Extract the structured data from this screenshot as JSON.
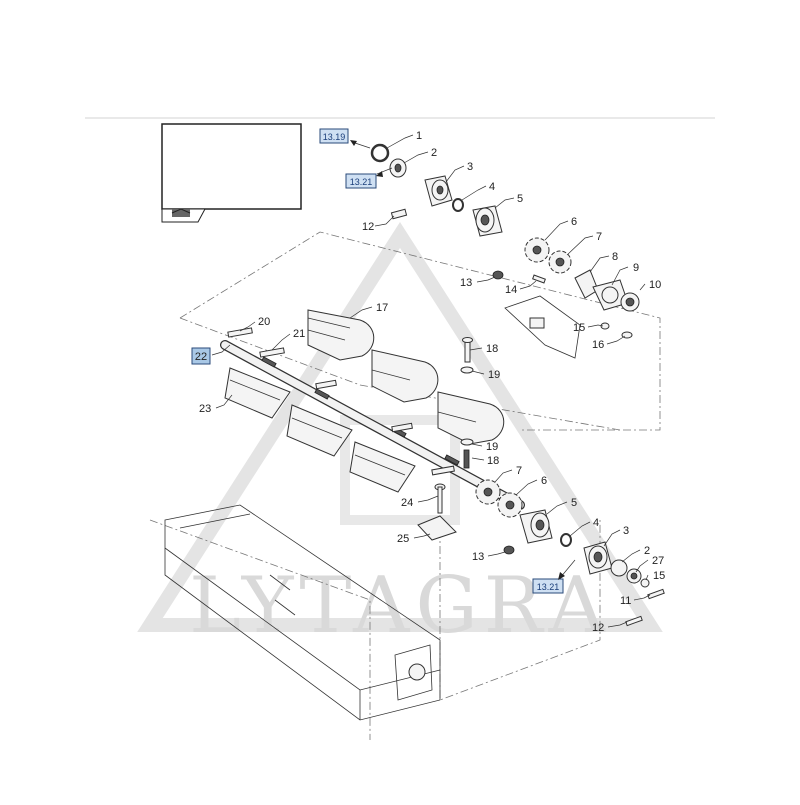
{
  "watermark": {
    "text": "LYTAGRA"
  },
  "reference_boxes": [
    {
      "id": "ref-top-1",
      "text": "13.19"
    },
    {
      "id": "ref-top-2",
      "text": "13.21"
    },
    {
      "id": "ref-bottom",
      "text": "13.21"
    }
  ],
  "highlighted_part": {
    "number": "22",
    "color": "#a9c8e6"
  },
  "part_labels": {
    "p1": "1",
    "p2": "2",
    "p3": "3",
    "p4": "4",
    "p5": "5",
    "p6": "6",
    "p7": "7",
    "p8": "8",
    "p9": "9",
    "p10": "10",
    "p12": "12",
    "p13": "13",
    "p14": "14",
    "p15": "15",
    "p16": "16",
    "p17": "17",
    "p18": "18",
    "p19": "19",
    "p20": "20",
    "p21": "21",
    "p23": "23",
    "p24": "24",
    "p25": "25",
    "p7b": "7",
    "p6b": "6",
    "p5b": "5",
    "p4b": "4",
    "p3b": "3",
    "p2b": "2",
    "p27b": "27",
    "p15b": "15",
    "p11b": "11",
    "p12b": "12",
    "p13b": "13",
    "p18b": "18",
    "p19b": "19"
  },
  "colors": {
    "line": "#333333",
    "reference_box": "#cfe0f3",
    "watermark": "#d9d9d9"
  }
}
